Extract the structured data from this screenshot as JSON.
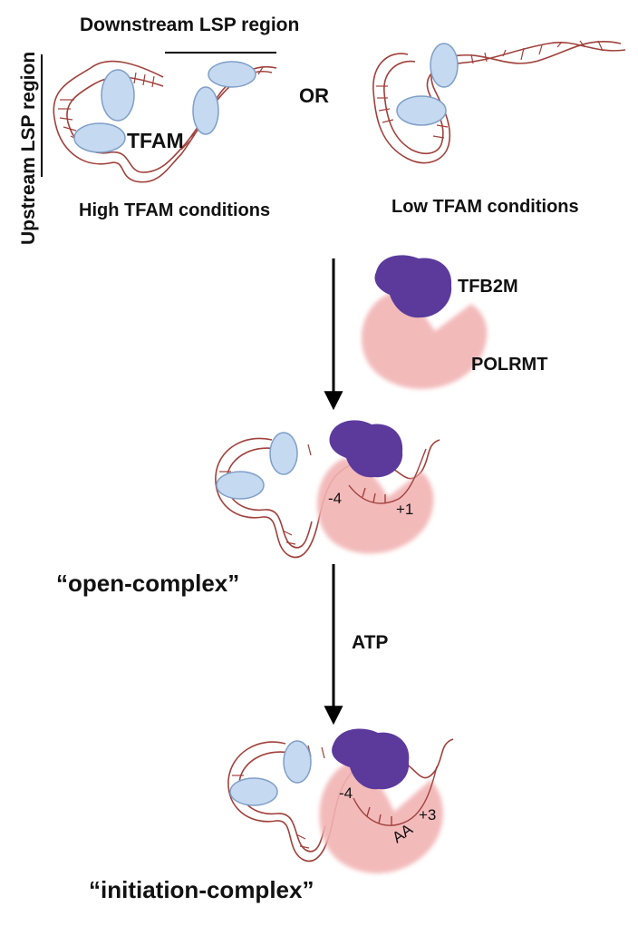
{
  "labels": {
    "downstream_region": "Downstream LSP region",
    "upstream_region": "Upstream LSP region",
    "tfam": "TFAM",
    "or": "OR",
    "high_tfam": "High TFAM conditions",
    "low_tfam": "Low TFAM conditions",
    "tfb2m": "TFB2M",
    "polrmt": "POLRMT",
    "open_complex": "“open-complex”",
    "atp": "ATP",
    "initiation_complex": "“initiation-complex”",
    "pos_minus4_open": "-4",
    "pos_plus1": "+1",
    "pos_minus4_init": "-4",
    "pos_plus3": "+3",
    "nucleotides_aa": "AA"
  },
  "colors": {
    "dna": "#a0413c",
    "tfam": "#c5d9f1",
    "tfam_outline": "#7f9fc7",
    "tfb2m": "#5b3a9c",
    "polrmt": "#f2b3b3",
    "arrow": "#000000"
  },
  "icons": {
    "dna": "dna-helix-icon",
    "tfam": "tfam-protein-icon",
    "tfb2m": "tfb2m-protein-icon",
    "polrmt": "polrmt-polymerase-icon"
  }
}
